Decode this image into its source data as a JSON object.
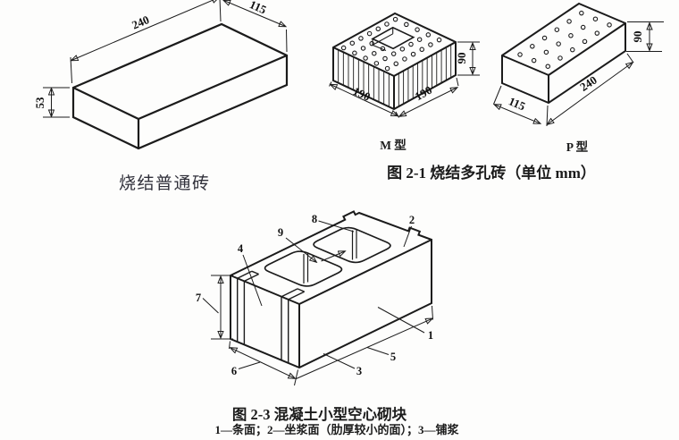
{
  "page": {
    "background": "#fdfdfc",
    "ink": "#1b1b1b"
  },
  "figure_solid_brick": {
    "label": "烧结普通砖",
    "dim_length": "240",
    "dim_width": "115",
    "dim_height": "53"
  },
  "figure_2_1": {
    "caption": "图 2-1 烧结多孔砖（单位 mm）",
    "m_type": {
      "label": "M 型",
      "dim_left": "190",
      "dim_right": "190",
      "dim_height": "90"
    },
    "p_type": {
      "label": "P 型",
      "dim_left": "115",
      "dim_right": "240",
      "dim_height": "90"
    }
  },
  "figure_2_3": {
    "caption": "图 2-3 混凝土小型空心砌块",
    "legend": "1—条面；2—坐浆面（肋厚较小的面）；3—铺浆",
    "callouts": [
      "1",
      "2",
      "3",
      "4",
      "5",
      "6",
      "7",
      "8",
      "9"
    ]
  }
}
